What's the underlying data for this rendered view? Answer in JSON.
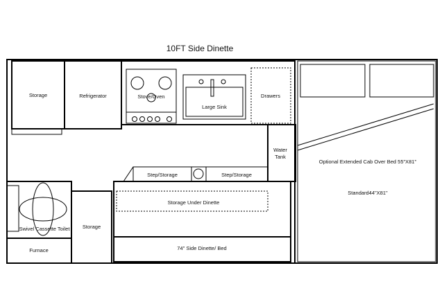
{
  "title": "10FT Side Dinette",
  "rooms": {
    "storage_top": "Storage",
    "refrigerator": "Refrigerator",
    "stove_oven": "Stove/Oven",
    "large_sink": "Large Sink",
    "drawers": "Drawers",
    "water_tank_line1": "Water",
    "water_tank_line2": "Tank",
    "cab_over_bed_optional": "Optional Extended Cab Over Bed 55\"X81\"",
    "cab_over_bed_standard": "Standard44\"X81\"",
    "step_storage_left": "Step/Storage",
    "step_storage_right": "Step/Storage",
    "storage_under_dinette": "Storage Under Dinette",
    "side_dinette_bed": "74\" Side Dinette/ Bed",
    "swivel_cassette_toilet": "Swivel Cassette Toilet",
    "storage_bottom": "Storage",
    "furnace": "Furnace"
  }
}
